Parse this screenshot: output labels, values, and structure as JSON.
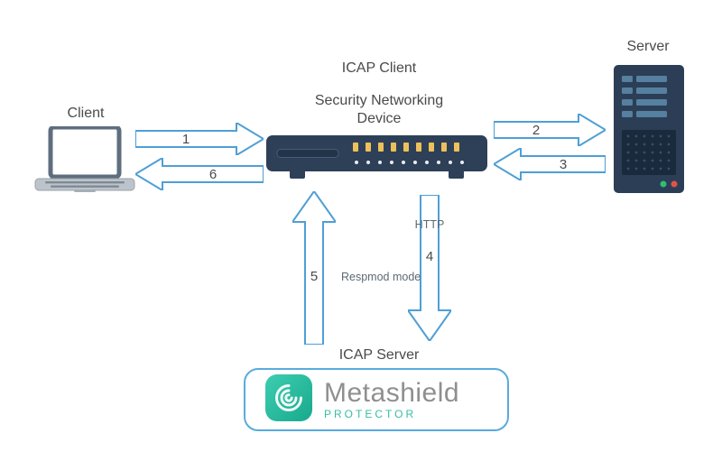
{
  "diagram": {
    "client": {
      "label": "Client"
    },
    "icap_client": {
      "title": "ICAP Client",
      "subtitle": "Security Networking Device"
    },
    "server": {
      "label": "Server"
    },
    "icap_server": {
      "title": "ICAP Server",
      "brand_name": "Metashield",
      "brand_subtitle": "PROTECTOR"
    },
    "arrows": {
      "a1": {
        "label": "1",
        "direction": "right",
        "from": "client",
        "to": "icap-client"
      },
      "a2": {
        "label": "2",
        "direction": "right",
        "from": "icap-client",
        "to": "server"
      },
      "a3": {
        "label": "3",
        "direction": "left",
        "from": "server",
        "to": "icap-client"
      },
      "a4": {
        "label": "4",
        "annotation": "HTTP",
        "direction": "down",
        "from": "icap-client",
        "to": "icap-server"
      },
      "a5": {
        "label": "5",
        "annotation": "Respmod mode",
        "direction": "up",
        "from": "icap-server",
        "to": "icap-client"
      },
      "a6": {
        "label": "6",
        "direction": "left",
        "from": "icap-client",
        "to": "client"
      }
    },
    "icons": {
      "client": "laptop-icon",
      "icap_client": "network-device-icon",
      "server": "server-tower-icon",
      "icap_server": "metashield-logo-icon"
    },
    "colors": {
      "arrow_blue": "#4e9fd6",
      "box_border_blue": "#58abde",
      "device_navy": "#2e4057",
      "device_light_amber": "#eec05a",
      "server_navy": "#2b3e55",
      "led_green": "#2fbe71",
      "led_red": "#e05348",
      "brand_teal": "#35bfa4",
      "brand_gray": "#8f8f8f",
      "text_gray": "#4a4a4a"
    }
  }
}
